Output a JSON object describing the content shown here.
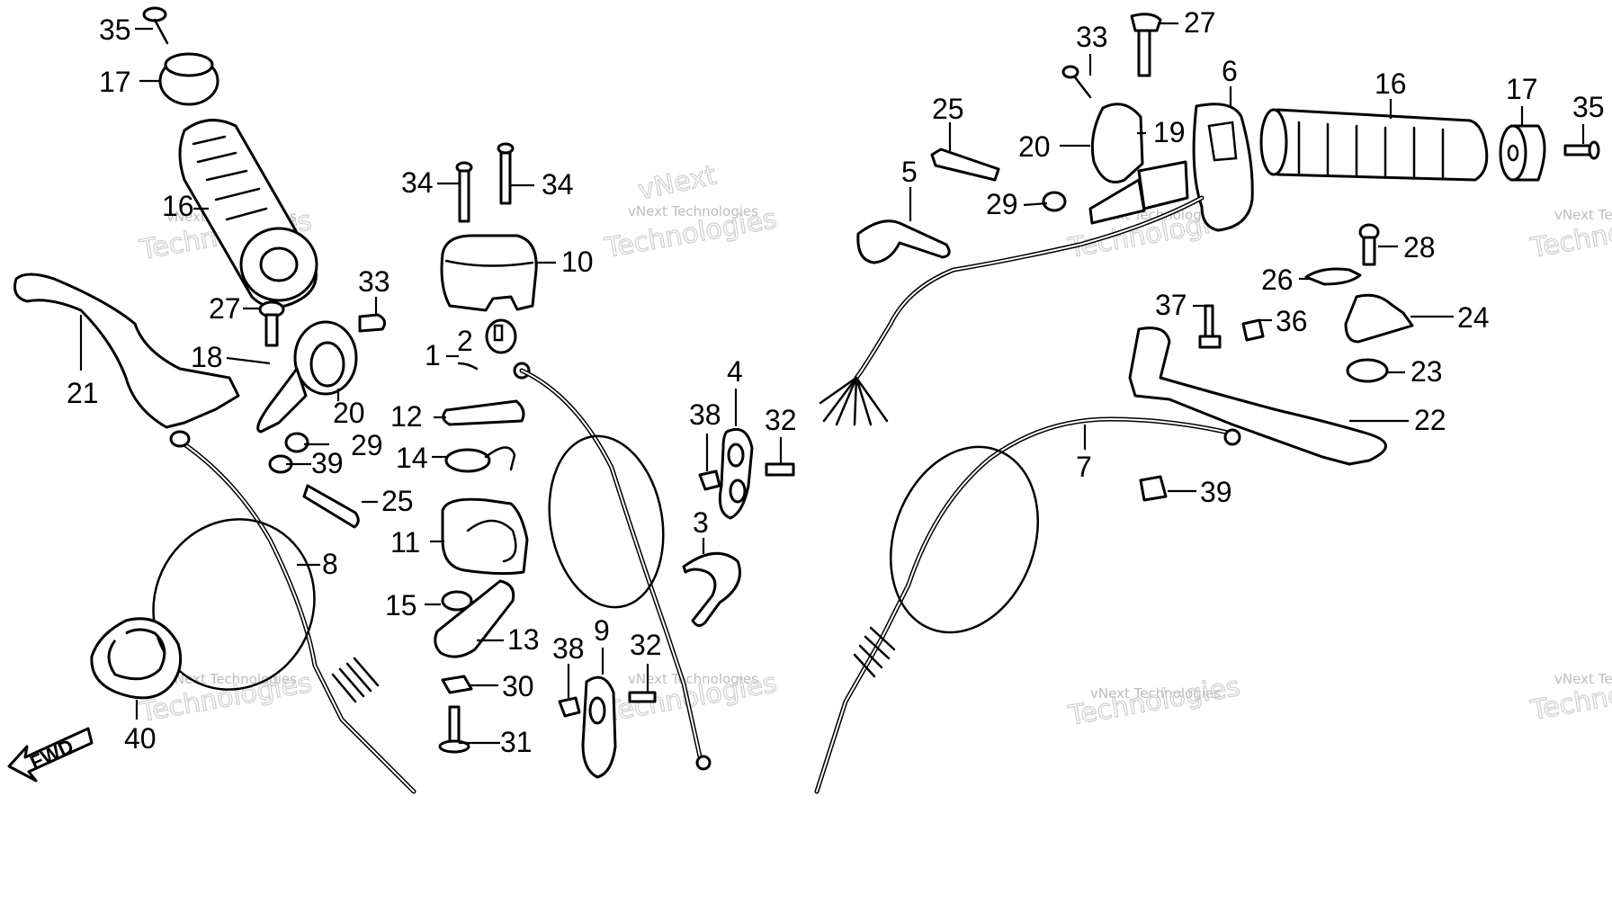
{
  "diagram": {
    "fwd_label": "FWD",
    "watermark_small": "vNext Technologies",
    "watermark_big": "Technologies",
    "watermark_top": "vNext"
  },
  "callouts": [
    {
      "id": "c35l",
      "text": "35"
    },
    {
      "id": "c17l",
      "text": "17"
    },
    {
      "id": "c16l",
      "text": "16"
    },
    {
      "id": "c21",
      "text": "21"
    },
    {
      "id": "c27l",
      "text": "27"
    },
    {
      "id": "c33l",
      "text": "33"
    },
    {
      "id": "c18",
      "text": "18"
    },
    {
      "id": "c20l",
      "text": "20"
    },
    {
      "id": "c29l",
      "text": "29"
    },
    {
      "id": "c39l",
      "text": "39"
    },
    {
      "id": "c25l",
      "text": "25"
    },
    {
      "id": "c8",
      "text": "8"
    },
    {
      "id": "c40",
      "text": "40"
    },
    {
      "id": "c34a",
      "text": "34"
    },
    {
      "id": "c34b",
      "text": "34"
    },
    {
      "id": "c10",
      "text": "10"
    },
    {
      "id": "c1",
      "text": "1"
    },
    {
      "id": "c2",
      "text": "2"
    },
    {
      "id": "c12",
      "text": "12"
    },
    {
      "id": "c14",
      "text": "14"
    },
    {
      "id": "c11",
      "text": "11"
    },
    {
      "id": "c15",
      "text": "15"
    },
    {
      "id": "c13",
      "text": "13"
    },
    {
      "id": "c30",
      "text": "30"
    },
    {
      "id": "c31",
      "text": "31"
    },
    {
      "id": "c38a",
      "text": "38"
    },
    {
      "id": "c32a",
      "text": "32"
    },
    {
      "id": "c4",
      "text": "4"
    },
    {
      "id": "c3",
      "text": "3"
    },
    {
      "id": "c9",
      "text": "9"
    },
    {
      "id": "c38b",
      "text": "38"
    },
    {
      "id": "c32b",
      "text": "32"
    },
    {
      "id": "c33r",
      "text": "33"
    },
    {
      "id": "c27r",
      "text": "27"
    },
    {
      "id": "c6",
      "text": "6"
    },
    {
      "id": "c16r",
      "text": "16"
    },
    {
      "id": "c17r",
      "text": "17"
    },
    {
      "id": "c35r",
      "text": "35"
    },
    {
      "id": "c25r",
      "text": "25"
    },
    {
      "id": "c20r",
      "text": "20"
    },
    {
      "id": "c19",
      "text": "19"
    },
    {
      "id": "c5",
      "text": "5"
    },
    {
      "id": "c29r",
      "text": "29"
    },
    {
      "id": "c28",
      "text": "28"
    },
    {
      "id": "c26",
      "text": "26"
    },
    {
      "id": "c24",
      "text": "24"
    },
    {
      "id": "c37",
      "text": "37"
    },
    {
      "id": "c36",
      "text": "36"
    },
    {
      "id": "c23",
      "text": "23"
    },
    {
      "id": "c22",
      "text": "22"
    },
    {
      "id": "c7",
      "text": "7"
    },
    {
      "id": "c39r",
      "text": "39"
    }
  ]
}
